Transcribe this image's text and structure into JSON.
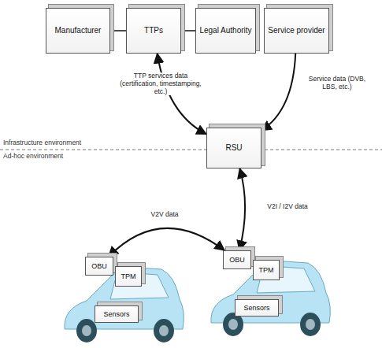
{
  "diagram": {
    "nodes": [
      {
        "text": [
          "Manufacturer"
        ]
      },
      {
        "text": [
          "TTPs"
        ]
      },
      {
        "text": [
          "Legal Authority"
        ]
      },
      {
        "text": [
          "Service provider"
        ]
      },
      {
        "text": [
          "RSU"
        ]
      },
      {
        "text": [
          "OBU"
        ]
      },
      {
        "text": [
          "TPM"
        ]
      },
      {
        "text": [
          "Sensors"
        ]
      },
      {
        "text": [
          "OBU"
        ]
      },
      {
        "text": [
          "TPM"
        ]
      },
      {
        "text": [
          "Sensors"
        ]
      }
    ],
    "edges": [
      {
        "from": 0,
        "to": 1,
        "arrow": "none"
      },
      {
        "from": 1,
        "to": 2,
        "arrow": "none"
      },
      {
        "from": 1,
        "to": 4,
        "label": "TTP services data (certification, timestamping, etc.)",
        "arrow": "both"
      },
      {
        "from": 3,
        "to": 4,
        "label": "Service data (DVB, LBS, etc.)",
        "arrow": "to"
      },
      {
        "from": 4,
        "to": 8,
        "label": "V2I / I2V data",
        "arrow": "both"
      },
      {
        "from": 5,
        "to": 8,
        "label": "V2V data",
        "arrow": "both"
      }
    ],
    "labels": [
      "Infrastructure environment",
      "Ad-hoc environment"
    ]
  }
}
